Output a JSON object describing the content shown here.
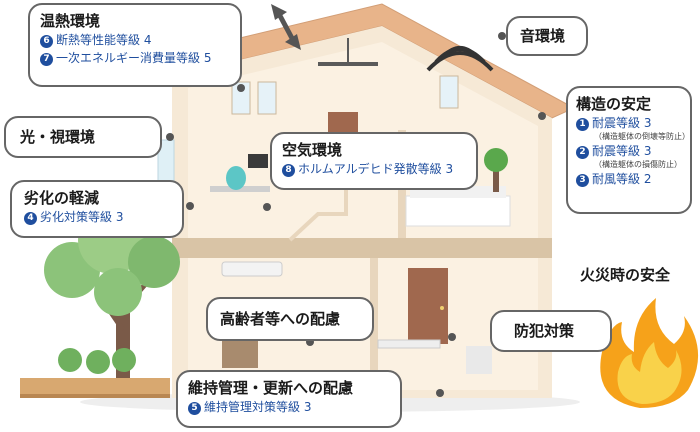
{
  "colors": {
    "accent_blue": "#1f4e9e",
    "roof": "#e8b48a",
    "wall": "#f6e9d6",
    "floor_band": "#d9c4a6",
    "tree_trunk": "#7a5a48",
    "tree_leaves": "#8cc37a",
    "fire_outer": "#f6a21a",
    "fire_inner": "#f9d24a",
    "callout_border": "#666666"
  },
  "callouts": {
    "thermal": {
      "title": "温熱環境",
      "items": [
        {
          "num": "6",
          "label": "断熱等性能等級 4"
        },
        {
          "num": "7",
          "label": "一次エネルギー消費量等級 5"
        }
      ]
    },
    "sound": {
      "title": "音環境"
    },
    "light": {
      "title": "光・視環境"
    },
    "structure": {
      "title": "構造の安定",
      "items": [
        {
          "num": "1",
          "label": "耐震等級 3",
          "note": "（構造躯体の倒壊等防止）"
        },
        {
          "num": "2",
          "label": "耐震等級 3",
          "note": "（構造躯体の損傷防止）"
        },
        {
          "num": "3",
          "label": "耐風等級 2"
        }
      ]
    },
    "air": {
      "title": "空気環境",
      "items": [
        {
          "num": "8",
          "label": "ホルムアルデヒド発散等級 3"
        }
      ]
    },
    "deterioration": {
      "title": "劣化の軽減",
      "items": [
        {
          "num": "4",
          "label": "劣化対策等級 3"
        }
      ]
    },
    "fire": {
      "title": "火災時の安全"
    },
    "elderly": {
      "title": "高齢者等への配慮"
    },
    "crime": {
      "title": "防犯対策"
    },
    "maintenance": {
      "title": "維持管理・更新への配慮",
      "items": [
        {
          "num": "5",
          "label": "維持管理対策等級 3"
        }
      ]
    }
  }
}
